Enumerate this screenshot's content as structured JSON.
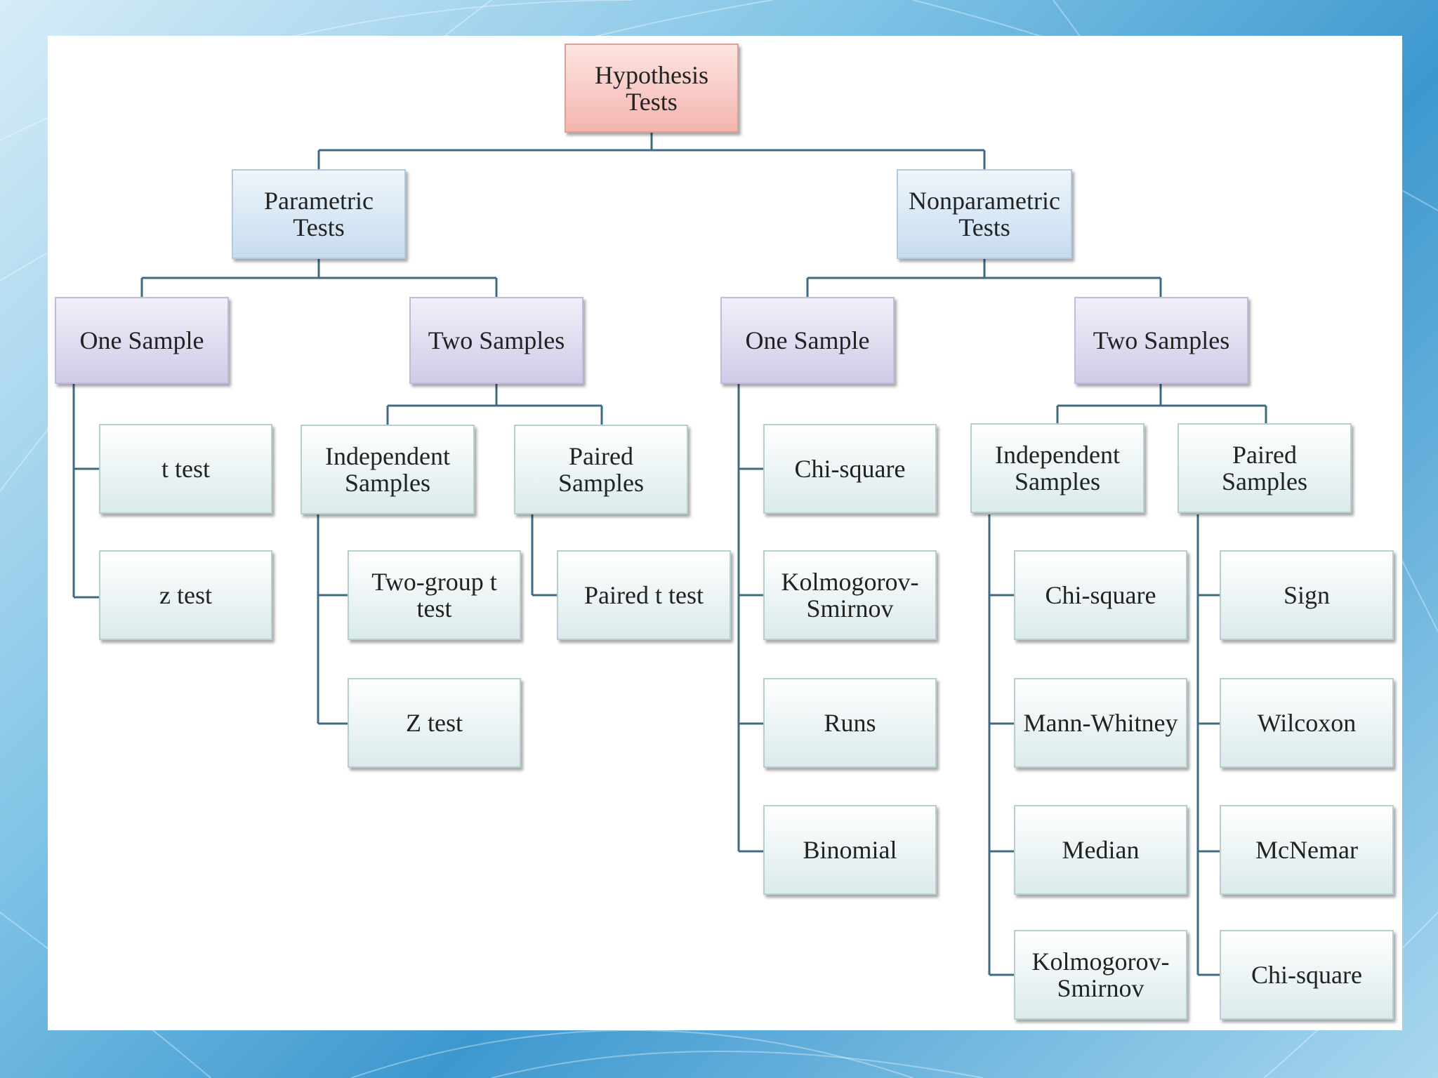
{
  "diagram": {
    "root": "Hypothesis\nTests",
    "parametric": {
      "label": "Parametric\nTests",
      "one_sample": {
        "label": "One Sample",
        "tests": [
          "t test",
          "z test"
        ]
      },
      "two_samples": {
        "label": "Two Samples",
        "independent": {
          "label": "Independent\nSamples",
          "tests": [
            "Two-group t\ntest",
            "Z test"
          ]
        },
        "paired": {
          "label": "Paired\nSamples",
          "tests": [
            "Paired t test"
          ]
        }
      }
    },
    "nonparametric": {
      "label": "Nonparametric\nTests",
      "one_sample": {
        "label": "One Sample",
        "tests": [
          "Chi-square",
          "Kolmogorov-\nSmirnov",
          "Runs",
          "Binomial"
        ]
      },
      "two_samples": {
        "label": "Two Samples",
        "independent": {
          "label": "Independent\nSamples",
          "tests": [
            "Chi-square",
            "Mann-Whitney",
            "Median",
            "Kolmogorov-\nSmirnov"
          ]
        },
        "paired": {
          "label": "Paired\nSamples",
          "tests": [
            "Sign",
            "Wilcoxon",
            "McNemar",
            "Chi-square"
          ]
        }
      }
    },
    "colors": {
      "connector": "#3f6b82",
      "root_fill": "#f4b5ae",
      "category_fill": "#c7dcf0",
      "sample_fill": "#cfcbe8",
      "leaf_fill": "#dbeaeb"
    }
  }
}
